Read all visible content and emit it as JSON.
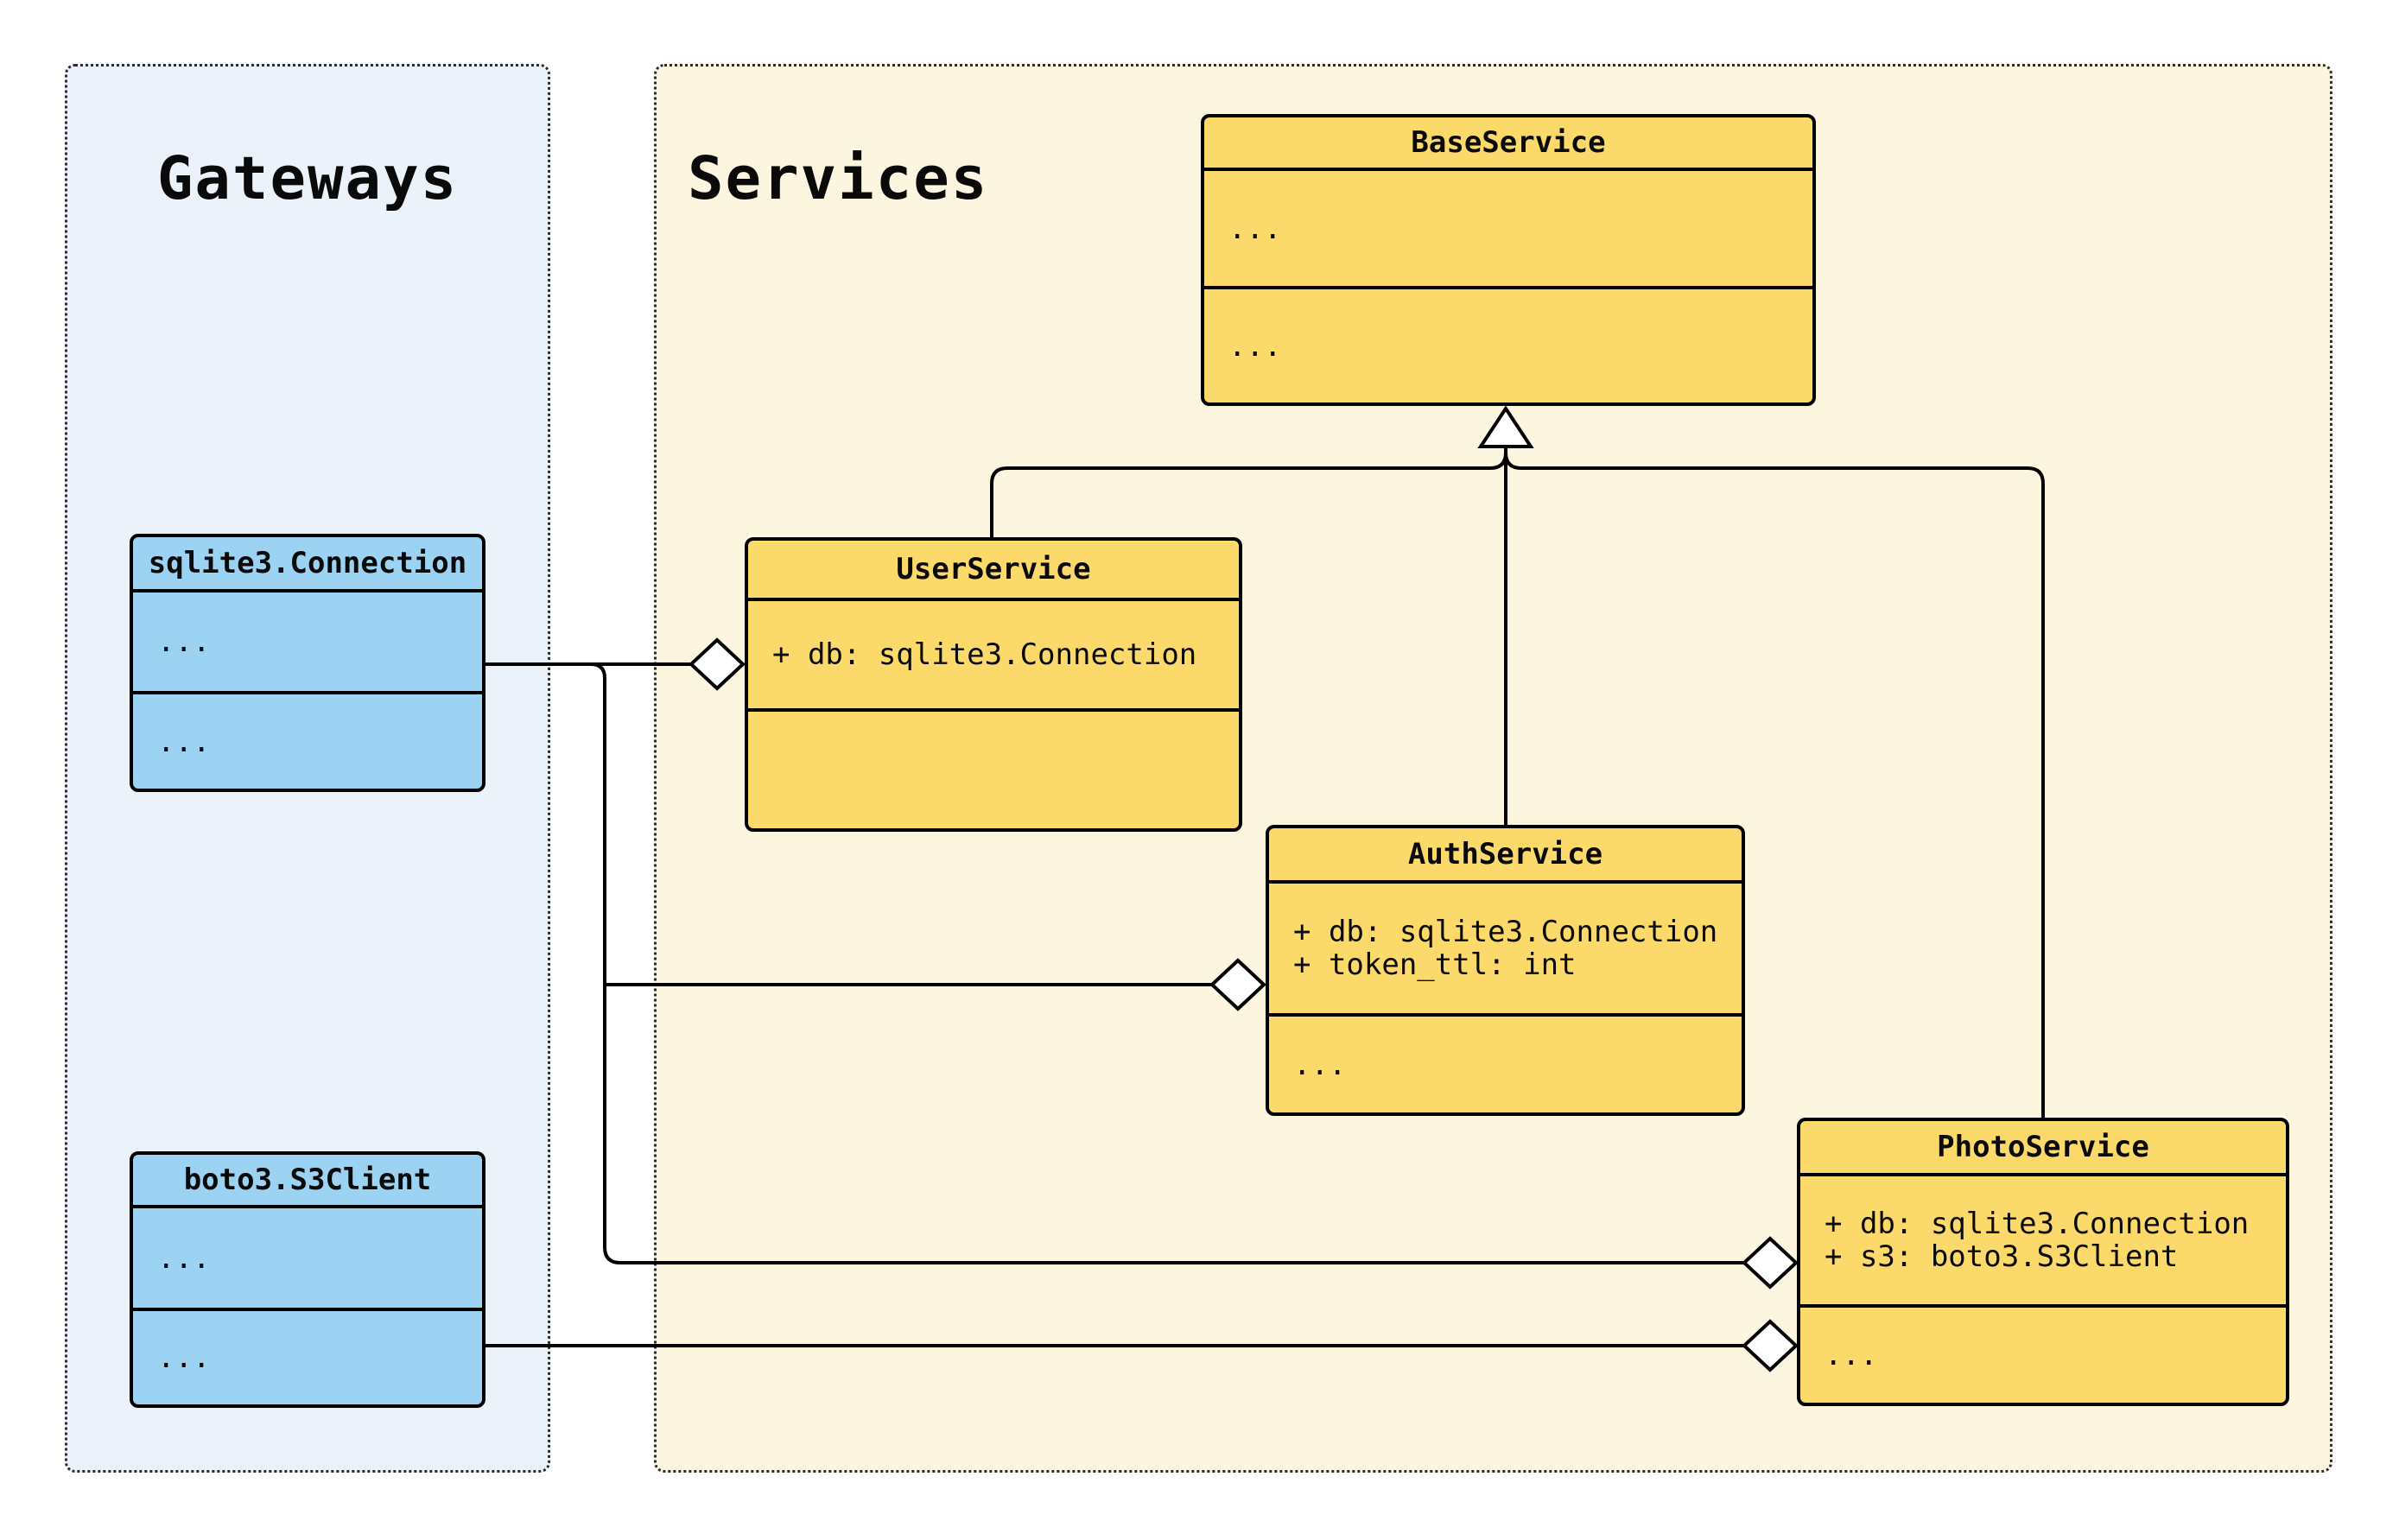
{
  "panels": {
    "gateways": {
      "title": "Gateways"
    },
    "services": {
      "title": "Services"
    }
  },
  "classes": {
    "sqlite": {
      "title": "sqlite3.Connection",
      "attrs": [
        "..."
      ],
      "ops": [
        "..."
      ]
    },
    "boto3": {
      "title": "boto3.S3Client",
      "attrs": [
        "..."
      ],
      "ops": [
        "..."
      ]
    },
    "base": {
      "title": "BaseService",
      "attrs": [
        "..."
      ],
      "ops": [
        "..."
      ]
    },
    "user": {
      "title": "UserService",
      "attrs": [
        "+ db: sqlite3.Connection"
      ],
      "ops": []
    },
    "auth": {
      "title": "AuthService",
      "attrs": [
        "+ db: sqlite3.Connection",
        "+ token_ttl: int"
      ],
      "ops": [
        "..."
      ]
    },
    "photo": {
      "title": "PhotoService",
      "attrs": [
        "+ db: sqlite3.Connection",
        "+ s3: boto3.S3Client"
      ],
      "ops": [
        "..."
      ]
    }
  },
  "relations": {
    "inheritance": [
      "UserService -> BaseService",
      "AuthService -> BaseService",
      "PhotoService -> BaseService"
    ],
    "aggregation": [
      "sqlite3.Connection -> UserService",
      "sqlite3.Connection -> AuthService",
      "sqlite3.Connection -> PhotoService",
      "boto3.S3Client -> PhotoService"
    ]
  },
  "colors": {
    "class_yellow": "#FBD96A",
    "class_blue": "#9CD2F2",
    "panel_gateways_bg": "#EBF2FA",
    "panel_services_bg": "#FCF5E0",
    "line": "#000000"
  }
}
